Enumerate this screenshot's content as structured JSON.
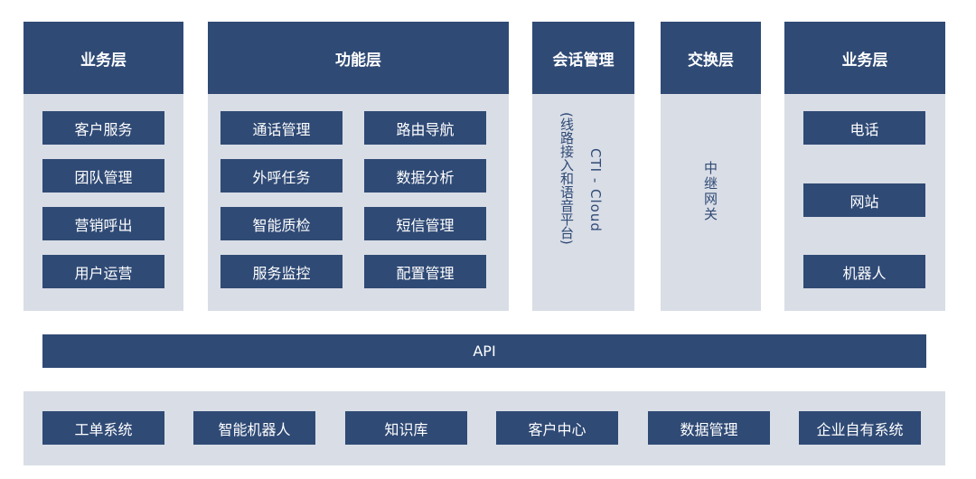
{
  "columns": {
    "business_left": {
      "title": "业务层",
      "items": [
        "客户服务",
        "团队管理",
        "营销呼出",
        "用户运营"
      ]
    },
    "function": {
      "title": "功能层",
      "items": [
        "通话管理",
        "路由导航",
        "外呼任务",
        "数据分析",
        "智能质检",
        "短信管理",
        "服务监控",
        "配置管理"
      ]
    },
    "session": {
      "title": "会话管理",
      "text_a": "CTI - Cloud",
      "text_b": "(线路接入和语音平台)"
    },
    "exchange": {
      "title": "交换层",
      "text": "中继网关"
    },
    "business_right": {
      "title": "业务层",
      "items": [
        "电话",
        "网站",
        "机器人"
      ]
    }
  },
  "api": {
    "label": "API"
  },
  "bottom": {
    "items": [
      "工单系统",
      "智能机器人",
      "知识库",
      "客户中心",
      "数据管理",
      "企业自有系统"
    ]
  },
  "colors": {
    "dark": "#2f4a75",
    "light": "#d9dde6"
  }
}
